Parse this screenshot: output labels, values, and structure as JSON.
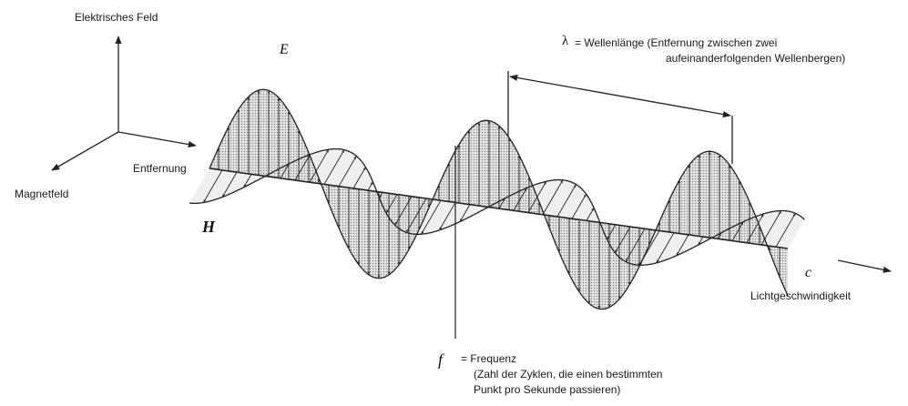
{
  "axes": {
    "electric_label": "Elektrisches Feld",
    "magnetic_label": "Magnetfeld",
    "distance_label": "Entfernung"
  },
  "symbols": {
    "E": "E",
    "H": "H",
    "c": "c",
    "f": "f",
    "lambda": "λ"
  },
  "wavelength": {
    "line1": "= Wellenlänge (Entfernung zwischen zwei",
    "line2": "aufeinanderfolgenden Wellenbergen)"
  },
  "speed": {
    "label": "Lichtgeschwindigkeit"
  },
  "frequency": {
    "line1": "= Frequenz",
    "line2": "(Zahl der Zyklen, die einen bestimmten",
    "line3": "Punkt pro Sekunde passieren)"
  },
  "colors": {
    "wave_fill": "#cfcfcf",
    "stroke": "#222222"
  }
}
